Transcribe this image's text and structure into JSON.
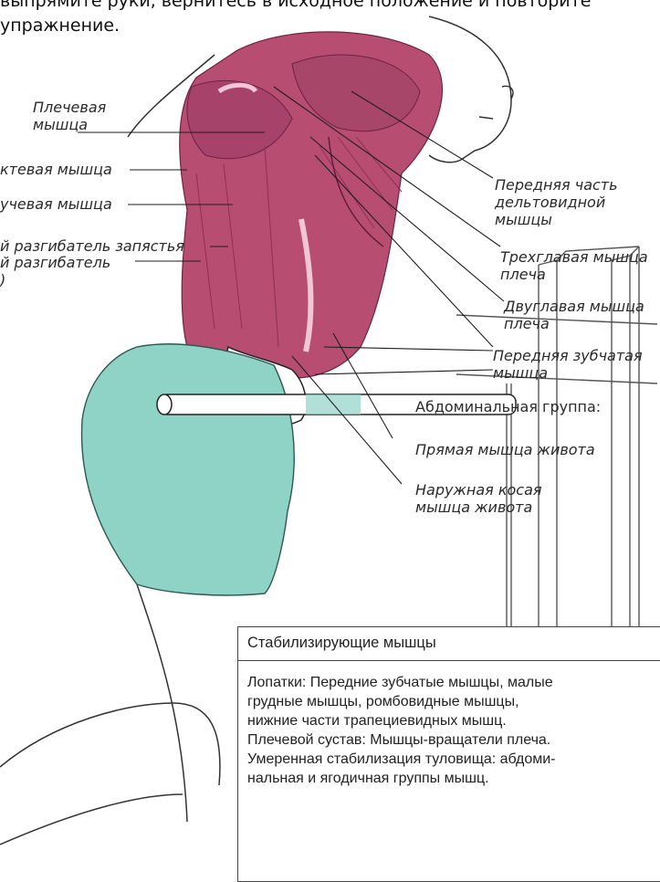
{
  "intro_text": "выпрямите руки, вернитесь в исходное положение и повторите\nупражнение.",
  "labels": {
    "brachialis": "Плечевая\nмышца",
    "brachioradialis": "ктевая мышца",
    "radialis": "учевая мышца",
    "wrist_extensor_1": "й разгибатель запястья",
    "wrist_extensor_2": "й разгибатель\n)",
    "anterior_deltoid": "Передняя часть\nдельтовидной\nмышцы",
    "triceps": "Трехглавая мышца\nплеча",
    "biceps": "Двуглавая мышца\nплеча",
    "serratus": "Передняя зубчатая\nмышца",
    "abdominal_group": "Абдоминальная группа:",
    "rectus_abdominis": "Прямая мышца живота",
    "external_oblique": "Наружная косая\nмышца живота"
  },
  "stabilizers": {
    "title": "Стабилизирующие мышцы",
    "lines": [
      "Лопатки: Передние зубчатые мышцы, малые\n грудные мышцы, ромбовидные мышцы,\n нижние части трапециевидных мышц.",
      "Плечевой сустав: Мышцы-вращатели плеча.",
      "Умеренная стабилизация туловища: абдоми-\n нальная и ягодичная группы мышц."
    ]
  },
  "colors": {
    "muscle": "#b84d72",
    "muscle_dark": "#8f2f55",
    "shorts": "#8fd3c6",
    "line": "#1e1e1e"
  }
}
